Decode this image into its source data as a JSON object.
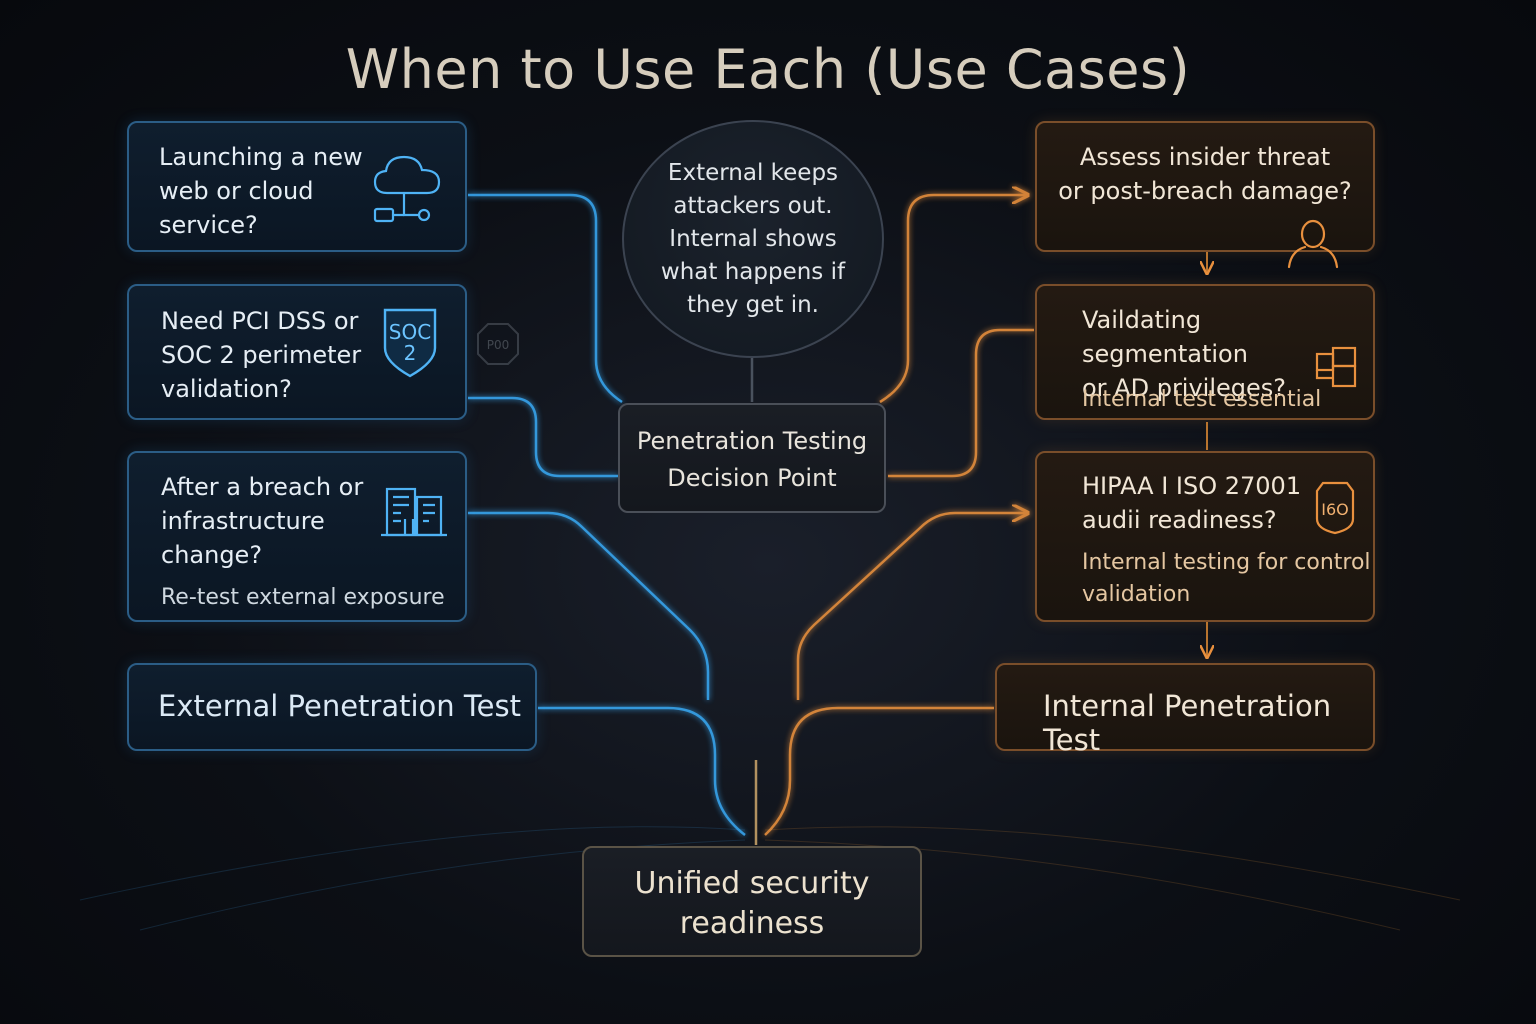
{
  "title": "When to Use Each (Use Cases)",
  "colors": {
    "external": "#37a6f0",
    "internal": "#e8903e",
    "center": "#d9b070",
    "background": "#0c0f15"
  },
  "external": {
    "cards": [
      {
        "question": "Launching a new\nweb or cloud\nservice?",
        "icon": "cloud-server-icon"
      },
      {
        "question": "Need PCI DSS or\nSOC 2 perimeter\nvalidation?",
        "icon": "soc2-shield-icon",
        "badge": "SOC\n2",
        "faint_badge": "P00"
      },
      {
        "question": "After a breach or\ninfrastructure\nchange?",
        "note": "Re-test external exposure",
        "icon": "buildings-icon"
      }
    ],
    "label": "External Penetration Test"
  },
  "internal": {
    "cards": [
      {
        "question": "Assess insider threat\nor post-breach damage?",
        "icon": "person-icon"
      },
      {
        "question": "Vaildating segmentation\nor AD privileges?",
        "note": "Internal test essential",
        "icon": "segmentation-icon"
      },
      {
        "question": "HIPAA I ISO 27001\naudii readiness?",
        "note": "Internal testing for control\nvalidation",
        "icon": "iso-badge-icon",
        "badge": "I6O"
      }
    ],
    "label": "Internal Penetration Test"
  },
  "bubble": "External keeps\nattackers out.\nInternal shows\nwhat happens if\nthey get in.",
  "decision": "Penetration Testing\nDecision Point",
  "unified": "Unified security\nreadiness"
}
